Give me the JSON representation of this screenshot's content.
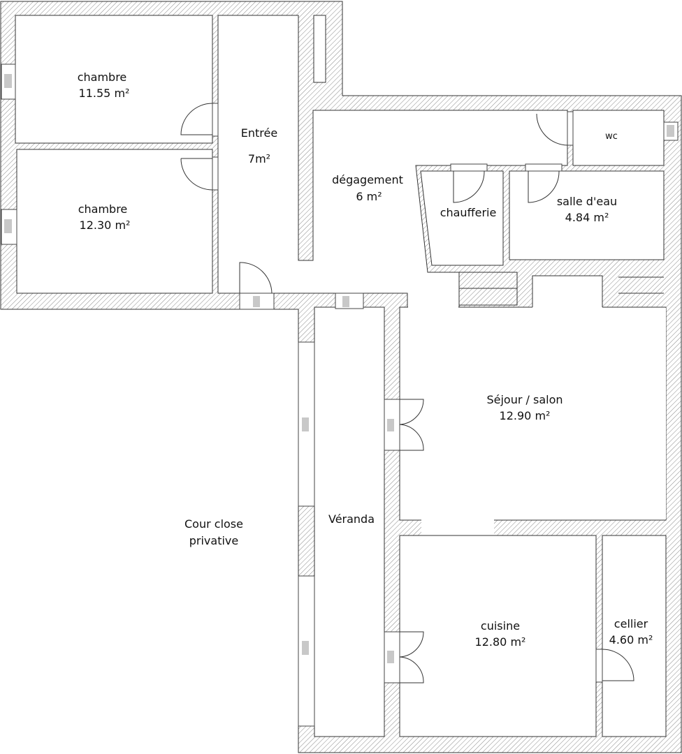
{
  "plan": {
    "rooms": {
      "chambre1": {
        "name": "chambre",
        "area": "11.55 m²"
      },
      "chambre2": {
        "name": "chambre",
        "area": "12.30 m²"
      },
      "entree": {
        "name": "Entrée",
        "area": "7m²"
      },
      "degagement": {
        "name": "dégagement",
        "area": "6 m²"
      },
      "wc": {
        "name": "wc"
      },
      "chaufferie": {
        "name": "chaufferie"
      },
      "salle_eau": {
        "name": "salle d'eau",
        "area": "4.84 m²"
      },
      "sejour": {
        "name": "Séjour / salon",
        "area": "12.90 m²"
      },
      "veranda": {
        "name": "Véranda"
      },
      "cuisine": {
        "name": "cuisine",
        "area": "12.80 m²"
      },
      "cellier": {
        "name": "cellier",
        "area": "4.60 m²"
      },
      "cour": {
        "line1": "Cour close",
        "line2": "privative"
      }
    },
    "colors": {
      "wall_hatch": "#8a8a8a",
      "wall_stroke": "#333333",
      "glass": "#c8c8c8"
    }
  }
}
